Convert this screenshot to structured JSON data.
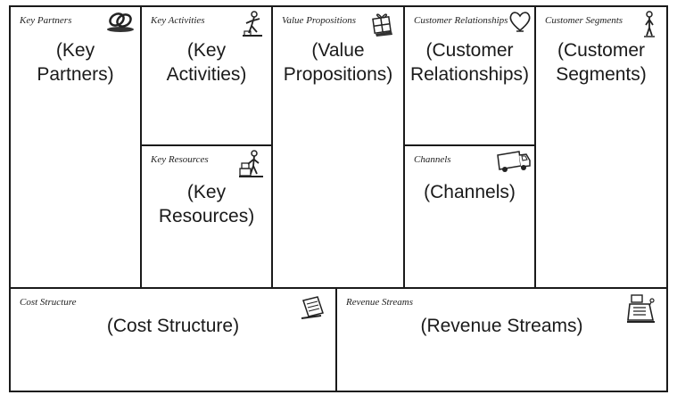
{
  "canvas": {
    "blocks": {
      "key_partners": {
        "title": "Key Partners",
        "line1": "(Key",
        "line2": "Partners)",
        "icon": "linked-rings-icon"
      },
      "key_activities": {
        "title": "Key Activities",
        "line1": "(Key",
        "line2": "Activities)",
        "icon": "worker-icon"
      },
      "key_resources": {
        "title": "Key Resources",
        "line1": "(Key",
        "line2": "Resources)",
        "icon": "person-with-boxes-icon"
      },
      "value_propositions": {
        "title": "Value Propositions",
        "line1": "(Value",
        "line2": "Propositions)",
        "icon": "gift-box-icon"
      },
      "customer_relationships": {
        "title": "Customer Relationships",
        "line1": "(Customer",
        "line2": "Relationships)",
        "icon": "heart-icon"
      },
      "channels": {
        "title": "Channels",
        "line1": "(Channels)",
        "icon": "delivery-truck-icon"
      },
      "customer_segments": {
        "title": "Customer Segments",
        "line1": "(Customer",
        "line2": "Segments)",
        "icon": "standing-person-icon"
      },
      "cost_structure": {
        "title": "Cost Structure",
        "line1": "(Cost Structure)",
        "icon": "price-tag-icon"
      },
      "revenue_streams": {
        "title": "Revenue Streams",
        "line1": "(Revenue Streams)",
        "icon": "cash-register-icon"
      }
    },
    "colors": {
      "line": "#1a1a1a",
      "background": "#ffffff"
    }
  }
}
